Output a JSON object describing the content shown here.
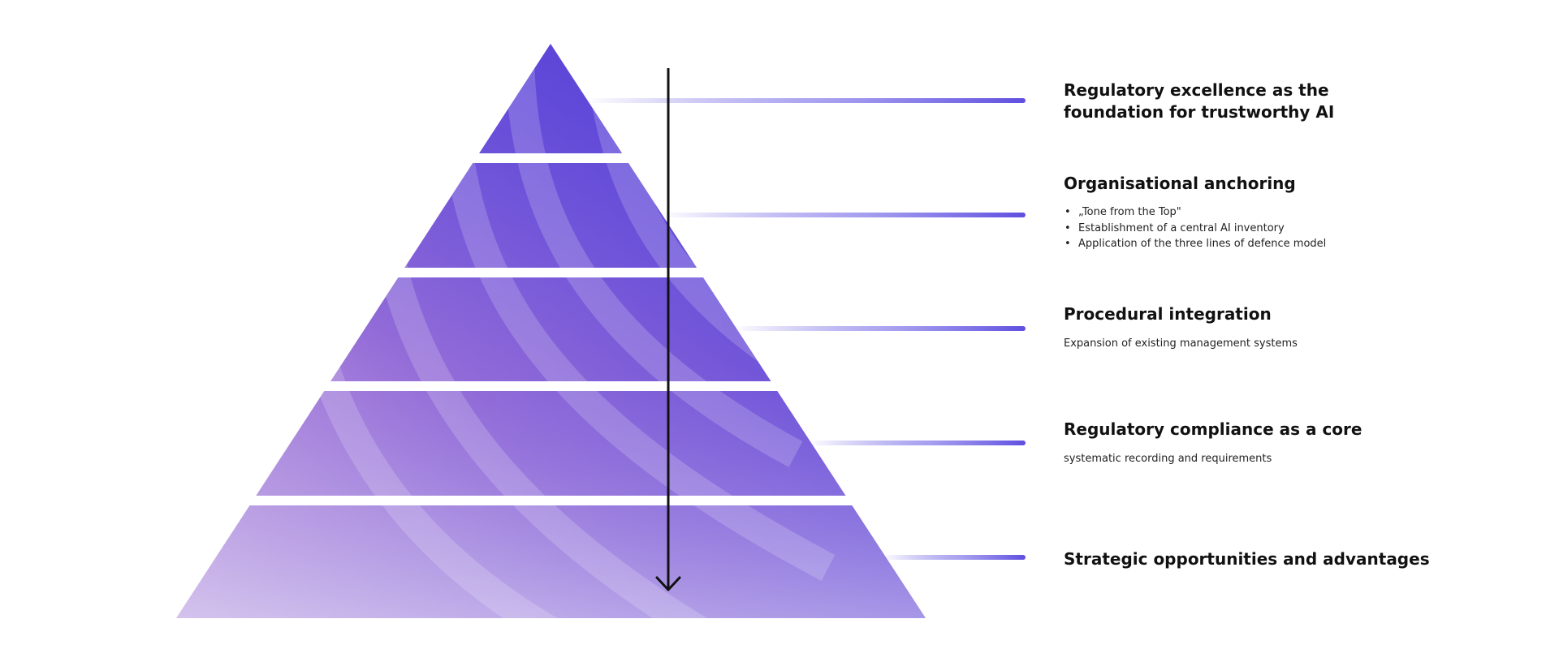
{
  "levels": [
    {
      "title": "Regulatory excellence as the\nfoundation for trustworthy AI",
      "bullets": [],
      "description": ""
    },
    {
      "title": "Organisational anchoring",
      "bullets": [
        "„Tone from the Top\"",
        "Establishment of a central AI inventory",
        "Application of the three lines of defence model"
      ],
      "description": ""
    },
    {
      "title": "Procedural integration",
      "bullets": [],
      "description": "Expansion of existing management systems"
    },
    {
      "title": "Regulatory compliance as a core",
      "bullets": [],
      "description": "systematic recording and requirements"
    },
    {
      "title": "Strategic opportunities and advantages",
      "bullets": [],
      "description": ""
    }
  ],
  "colors": {
    "accent": "#5f4fe0",
    "apex": "#5a44d8",
    "violet": "#7a45d0",
    "base_left": "#ecc6e4",
    "base_right": "#c6c6f4",
    "arrow": "#111111",
    "text": "#111111",
    "separator": "#ffffff"
  }
}
